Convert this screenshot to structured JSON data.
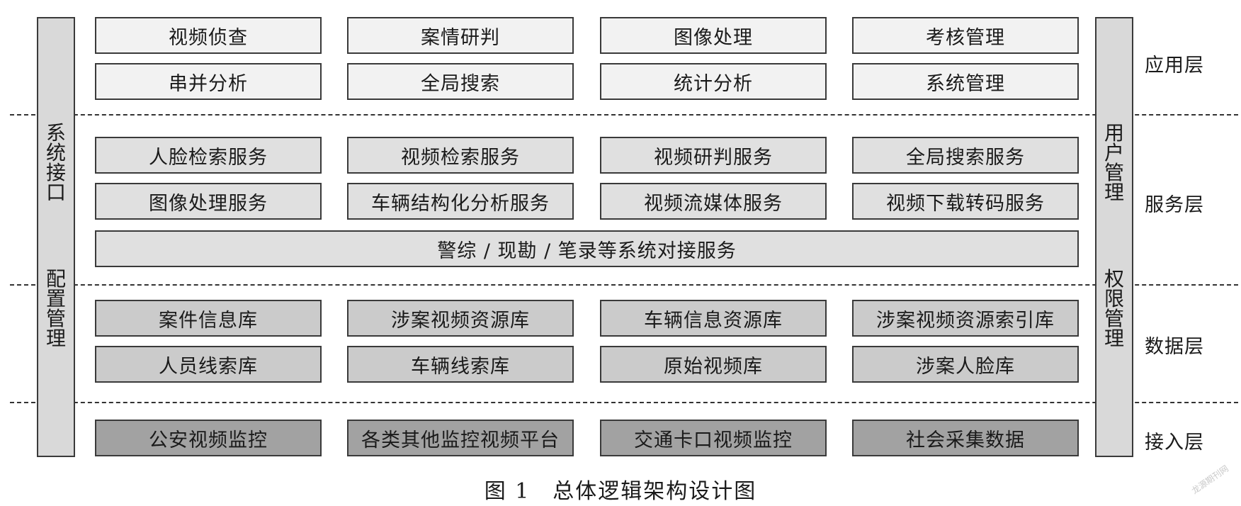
{
  "left_side": {
    "top": "系统接口",
    "bottom": "配置管理"
  },
  "right_side": {
    "top": "用户管理",
    "bottom": "权限管理"
  },
  "layers": {
    "app": "应用层",
    "service": "服务层",
    "data": "数据层",
    "access": "接入层"
  },
  "app_rows": [
    [
      "视频侦查",
      "案情研判",
      "图像处理",
      "考核管理"
    ],
    [
      "串并分析",
      "全局搜索",
      "统计分析",
      "系统管理"
    ]
  ],
  "service_rows": [
    [
      "人脸检索服务",
      "视频检索服务",
      "视频研判服务",
      "全局搜索服务"
    ],
    [
      "图像处理服务",
      "车辆结构化分析服务",
      "视频流媒体服务",
      "视频下载转码服务"
    ]
  ],
  "service_wide": "警综 / 现勘 / 笔录等系统对接服务",
  "data_rows": [
    [
      "案件信息库",
      "涉案视频资源库",
      "车辆信息资源库",
      "涉案视频资源索引库"
    ],
    [
      "人员线索库",
      "车辆线索库",
      "原始视频库",
      "涉案人脸库"
    ]
  ],
  "access_row": [
    "公安视频监控",
    "各类其他监控视频平台",
    "交通卡口视频监控",
    "社会采集数据"
  ],
  "caption": "图 1　总体逻辑架构设计图",
  "watermark": "龙源期刊网"
}
